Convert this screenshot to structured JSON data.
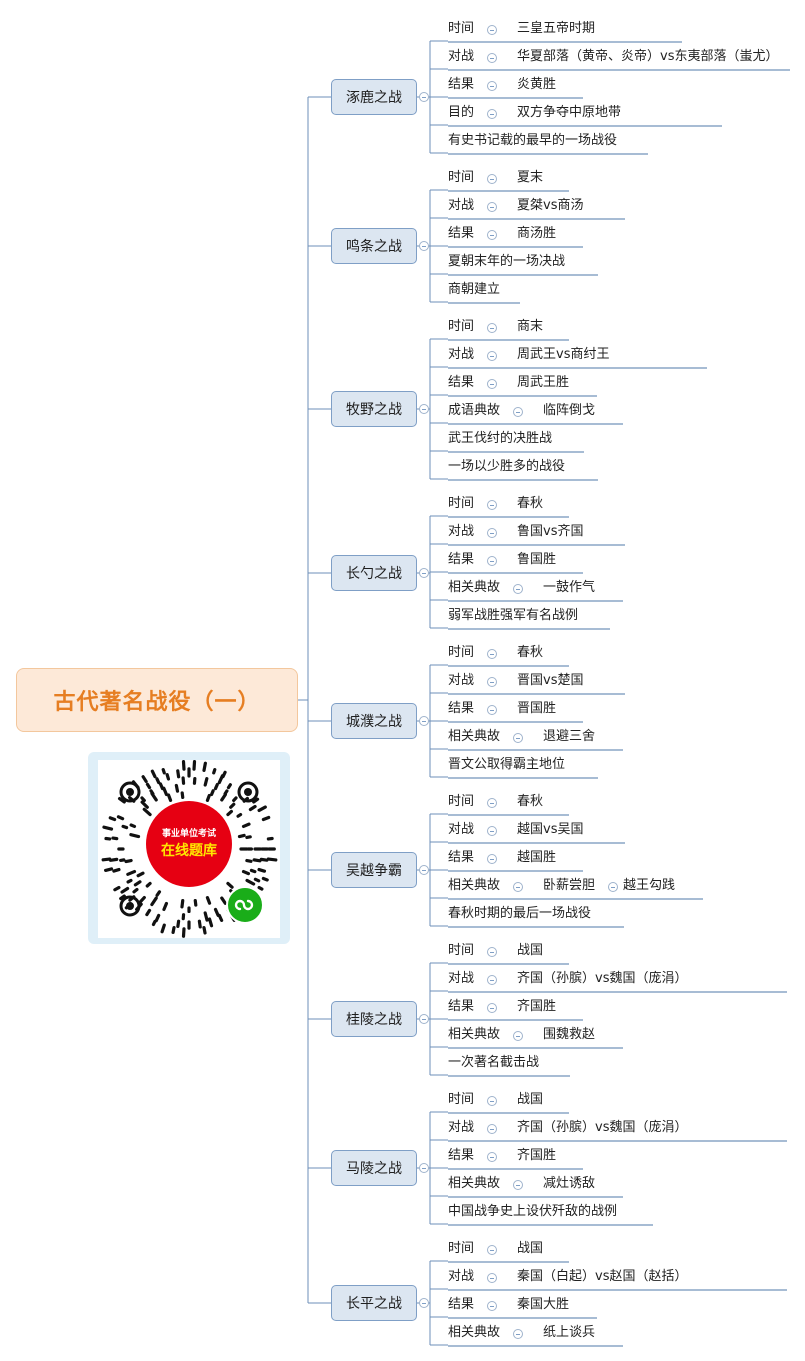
{
  "title": "古代著名战役（一）",
  "qr": {
    "badge_top": "事业单位考试",
    "badge_main": "在线题库"
  },
  "battles": [
    {
      "name": "涿鹿之战",
      "rows": [
        [
          "时间",
          "三皇五帝时期"
        ],
        [
          "对战",
          "华夏部落（黄帝、炎帝）vs东夷部落（蚩尤）"
        ],
        [
          "结果",
          "炎黄胜"
        ],
        [
          "目的",
          "双方争夺中原地带"
        ],
        [
          "有史书记载的最早的一场战役"
        ]
      ]
    },
    {
      "name": "鸣条之战",
      "rows": [
        [
          "时间",
          "夏末"
        ],
        [
          "对战",
          "夏桀vs商汤"
        ],
        [
          "结果",
          "商汤胜"
        ],
        [
          "夏朝末年的一场决战"
        ],
        [
          "商朝建立"
        ]
      ]
    },
    {
      "name": "牧野之战",
      "rows": [
        [
          "时间",
          "商末"
        ],
        [
          "对战",
          "周武王vs商纣王"
        ],
        [
          "结果",
          "周武王胜"
        ],
        [
          "成语典故",
          "临阵倒戈"
        ],
        [
          "武王伐纣的决胜战"
        ],
        [
          "一场以少胜多的战役"
        ]
      ]
    },
    {
      "name": "长勺之战",
      "rows": [
        [
          "时间",
          "春秋"
        ],
        [
          "对战",
          "鲁国vs齐国"
        ],
        [
          "结果",
          "鲁国胜"
        ],
        [
          "相关典故",
          "一鼓作气"
        ],
        [
          "弱军战胜强军有名战例"
        ]
      ]
    },
    {
      "name": "城濮之战",
      "rows": [
        [
          "时间",
          "春秋"
        ],
        [
          "对战",
          "晋国vs楚国"
        ],
        [
          "结果",
          "晋国胜"
        ],
        [
          "相关典故",
          "退避三舍"
        ],
        [
          "晋文公取得霸主地位"
        ]
      ]
    },
    {
      "name": "吴越争霸",
      "rows": [
        [
          "时间",
          "春秋"
        ],
        [
          "对战",
          "越国vs吴国"
        ],
        [
          "结果",
          "越国胜"
        ],
        [
          "相关典故",
          "卧薪尝胆",
          "越王勾践"
        ],
        [
          "春秋时期的最后一场战役"
        ]
      ]
    },
    {
      "name": "桂陵之战",
      "rows": [
        [
          "时间",
          "战国"
        ],
        [
          "对战",
          "齐国（孙膑）vs魏国（庞涓）"
        ],
        [
          "结果",
          "齐国胜"
        ],
        [
          "相关典故",
          "围魏救赵"
        ],
        [
          "一次著名截击战"
        ]
      ]
    },
    {
      "name": "马陵之战",
      "rows": [
        [
          "时间",
          "战国"
        ],
        [
          "对战",
          "齐国（孙膑）vs魏国（庞涓）"
        ],
        [
          "结果",
          "齐国胜"
        ],
        [
          "相关典故",
          "减灶诱敌"
        ],
        [
          "中国战争史上设伏歼敌的战例"
        ]
      ]
    },
    {
      "name": "长平之战",
      "rows": [
        [
          "时间",
          "战国"
        ],
        [
          "对战",
          "秦国（白起）vs赵国（赵括）"
        ],
        [
          "结果",
          "秦国大胜"
        ],
        [
          "相关典故",
          "纸上谈兵"
        ]
      ]
    }
  ]
}
